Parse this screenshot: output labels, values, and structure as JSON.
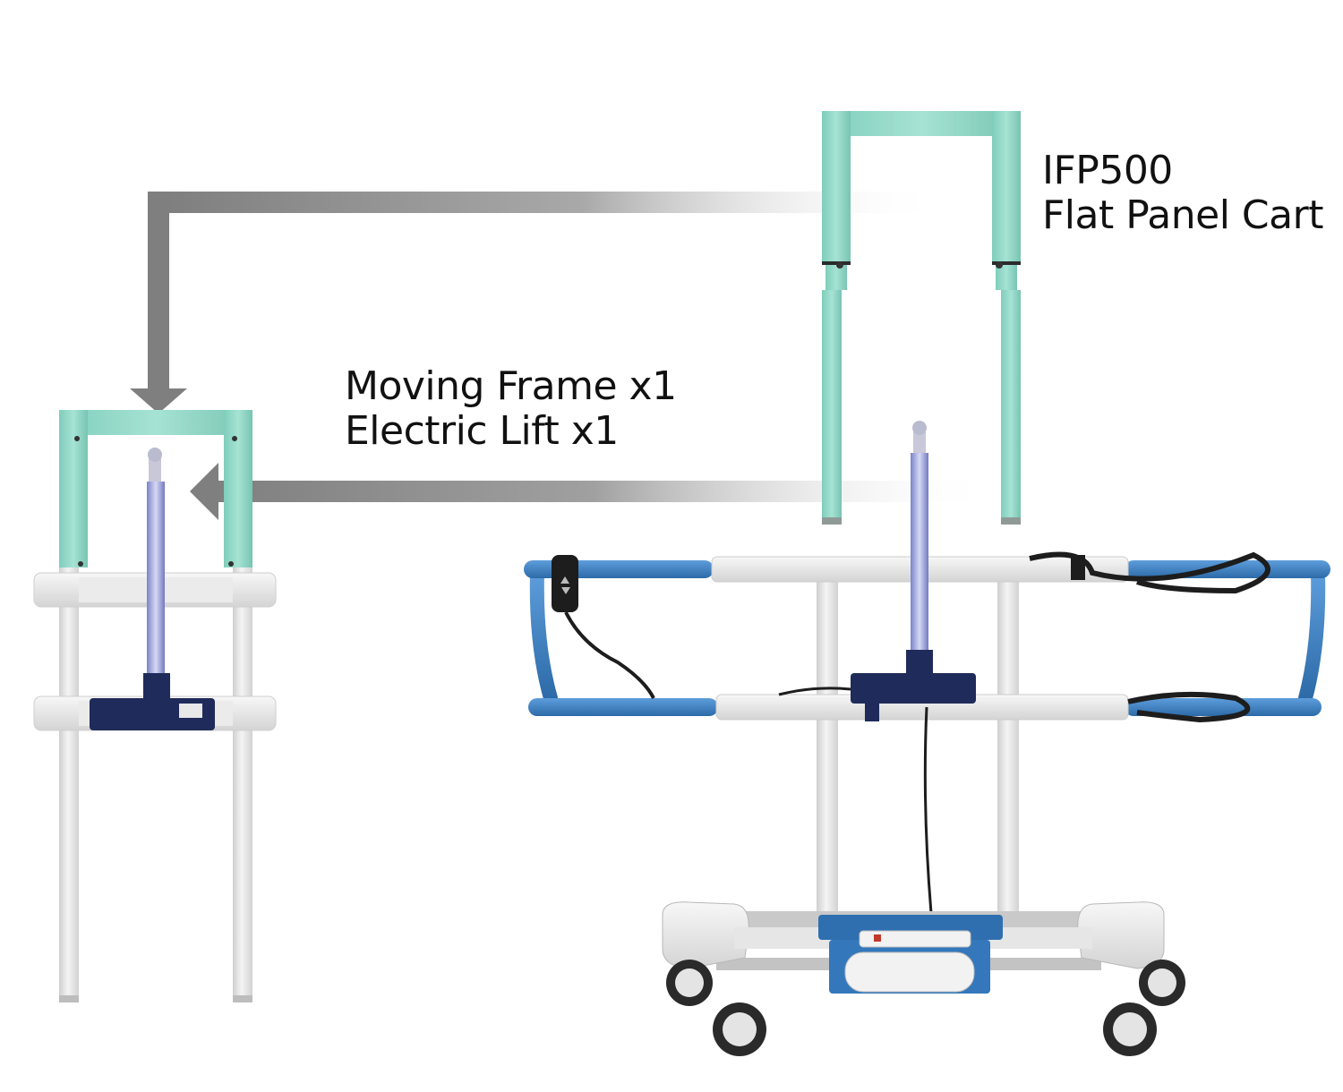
{
  "product": {
    "model": "IFP500",
    "name": "Flat Panel Cart"
  },
  "kit_contents": {
    "item_1": "Moving Frame x1",
    "item_2": "Electric Lift x1"
  },
  "colors": {
    "moving_frame": "#8fd6c6",
    "base_frame": "#e6e6e6",
    "side_rails": "#3a7fc4",
    "lift_column": "#9aa0dc",
    "lift_motor": "#1f2b5a",
    "arrow": "#8a8a8a"
  },
  "icons": {
    "arrow_top": "arrow-down-icon",
    "arrow_middle": "arrow-left-icon"
  }
}
